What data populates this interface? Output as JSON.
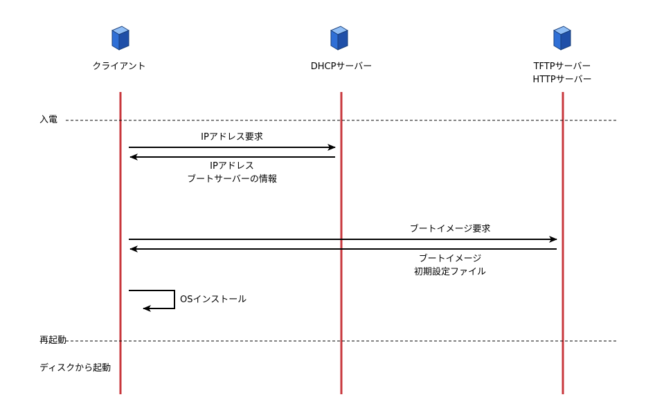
{
  "actors": {
    "client": "クライアント",
    "dhcp": "DHCPサーバー",
    "tftp_line1": "TFTPサーバー",
    "tftp_line2": "HTTPサーバー"
  },
  "events": {
    "power_on": "入電",
    "reboot": "再起動",
    "boot_from_disk": "ディスクから起動"
  },
  "messages": {
    "ip_request": "IPアドレス要求",
    "ip_response_line1": "IPアドレス",
    "ip_response_line2": "ブートサーバーの情報",
    "image_request": "ブートイメージ要求",
    "image_response_line1": "ブートイメージ",
    "image_response_line2": "初期設定ファイル",
    "os_install": "OSインストール"
  },
  "colors": {
    "lifeline": "#c8373c",
    "cube_front": "#2f6fd6",
    "cube_top": "#7fb0f0",
    "cube_side": "#1f4fa8",
    "arrow": "#000000"
  }
}
